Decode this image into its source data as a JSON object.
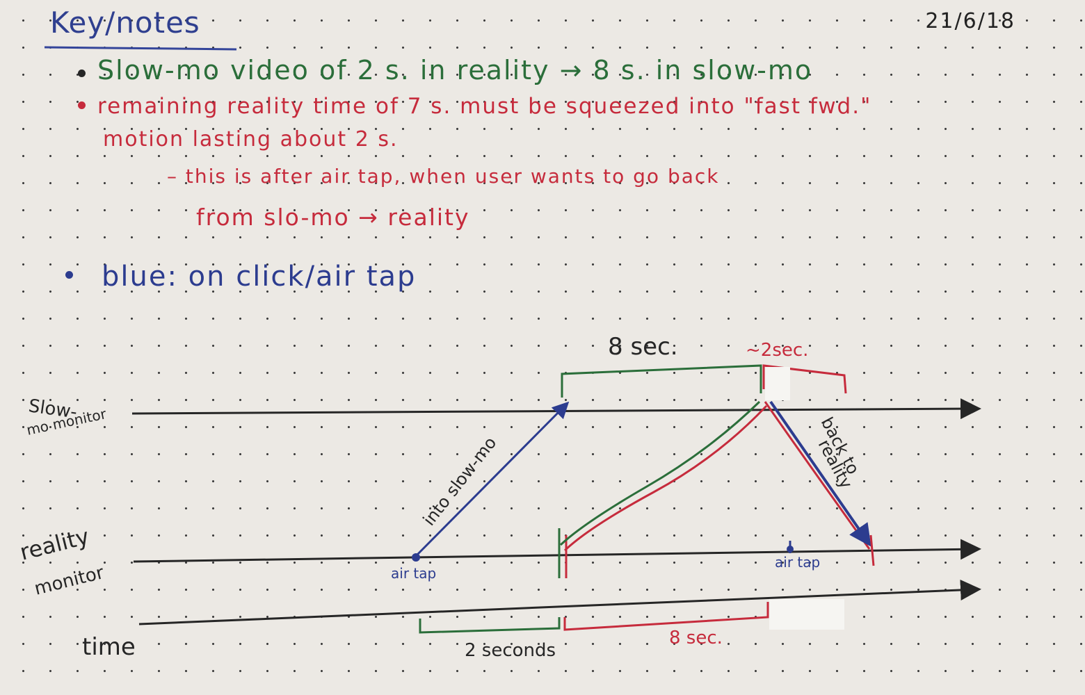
{
  "title": "Key/notes",
  "date": "21/6/18",
  "notes": [
    {
      "text": "Slow-mo video of 2 s. in reality → 8 s. in slow-mo",
      "color": "#2b6e3a"
    },
    {
      "text": "remaining reality time of 7 s. must be squeezed into \"fast fwd.\"",
      "color": "#c62b3c"
    },
    {
      "text": "motion lasting about 2 s.",
      "color": "#c62b3c"
    },
    {
      "text": "– this is after air tap, when user wants to go back",
      "color": "#c62b3c"
    },
    {
      "text": "from slo-mo → reality",
      "color": "#c62b3c"
    },
    {
      "text": "blue: on click/air tap",
      "color": "#2c3c8f"
    }
  ],
  "diagram": {
    "axis_labels": {
      "slowmo": [
        "Slow-",
        "mo monitor"
      ],
      "reality": [
        "reality",
        "monitor"
      ],
      "time": "time"
    },
    "arrow_labels": {
      "into_slowmo": "into slow-mo",
      "back_to_reality": [
        "back to",
        "reality"
      ]
    },
    "tap_labels": {
      "first": "air tap",
      "second": "air tap"
    },
    "brackets": {
      "top_green": "8 sec.",
      "top_red": "~2sec.",
      "bottom_green": "2 seconds",
      "bottom_red": "8 sec."
    },
    "colors": {
      "ink": "#262626",
      "green": "#2b6e3a",
      "red": "#c62b3c",
      "blue": "#2c3c8f"
    }
  }
}
